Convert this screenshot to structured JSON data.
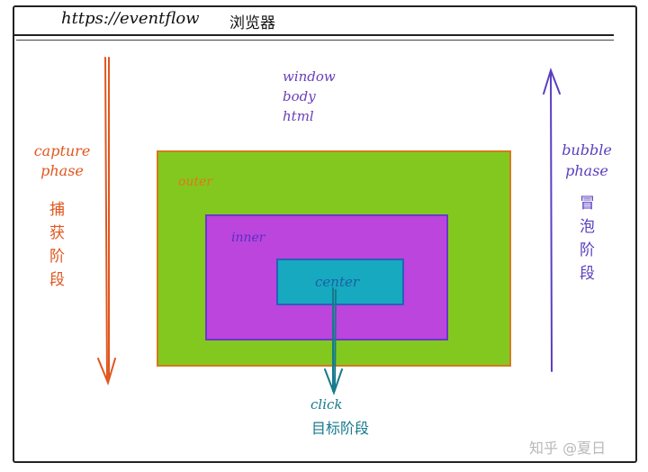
{
  "header": {
    "url": "https://eventflow",
    "browser_label": "浏览器"
  },
  "propagation_chain": [
    "window",
    "body",
    "html"
  ],
  "boxes": {
    "outer": "outer",
    "inner": "inner",
    "center": "center"
  },
  "capture": {
    "label_line1": "capture",
    "label_line2": "phase",
    "cn_chars": [
      "捕",
      "获",
      "阶",
      "段"
    ],
    "color": "#e0561f"
  },
  "bubble": {
    "label_line1": "bubble",
    "label_line2": "phase",
    "cn_chars": [
      "冒",
      "泡",
      "阶",
      "段"
    ],
    "color": "#5a3fbf"
  },
  "target": {
    "event": "click",
    "cn_label": "目标阶段",
    "color": "#157a8c"
  },
  "colors": {
    "outer_fill": "#83c81f",
    "inner_fill": "#bb45dd",
    "center_fill": "#16a9c0"
  },
  "watermark": "知乎 @夏日"
}
